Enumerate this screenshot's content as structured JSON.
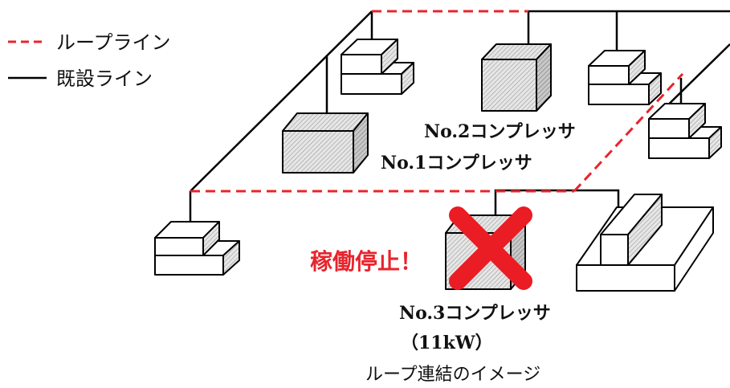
{
  "legend": {
    "loop_line": "ループライン",
    "existing_line": "既設ライン"
  },
  "compressors": {
    "no1": "No.1コンプレッサ",
    "no2": "No.2コンプレッサ",
    "no3": "No.3コンプレッサ",
    "no3_power": "（11kW）"
  },
  "status": {
    "stopped": "稼働停止！"
  },
  "caption": "ループ連結のイメージ",
  "colors": {
    "loop": "#e8242d",
    "existing": "#000000",
    "cross": "#ea1c24",
    "compressor_fill": "#d4d4d4",
    "machine_fill": "#ffffff"
  }
}
